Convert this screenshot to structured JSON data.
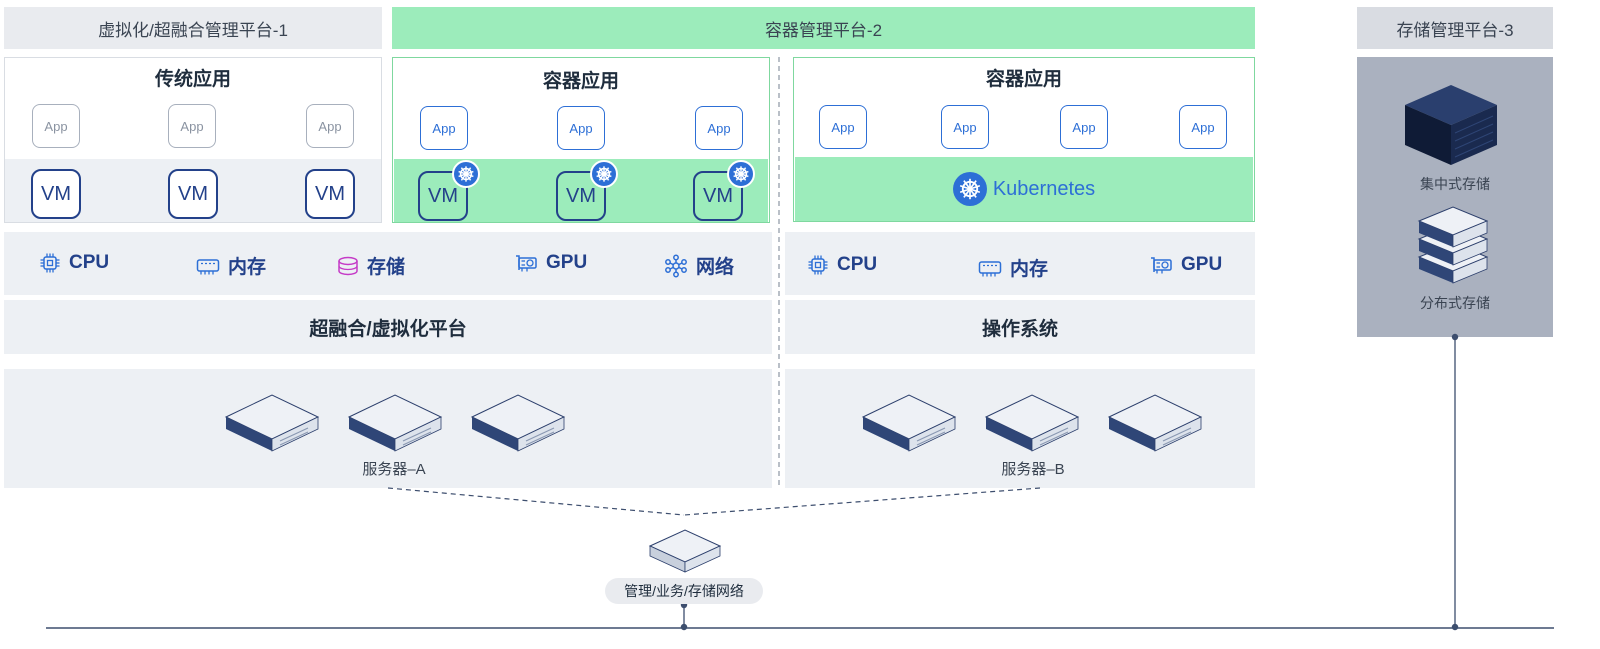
{
  "headers": {
    "platform1": "虚拟化/超融合管理平台-1",
    "platform2": "容器管理平台-2",
    "platform3": "存储管理平台-3"
  },
  "panels": {
    "traditional_title": "传统应用",
    "container_title_left": "容器应用",
    "container_title_right": "容器应用"
  },
  "app_label": "App",
  "vm_label": "VM",
  "kubernetes_label": "Kubernetes",
  "resources_left": {
    "cpu": "CPU",
    "memory": "内存",
    "storage": "存储",
    "gpu": "GPU",
    "network": "网络"
  },
  "resources_right": {
    "cpu": "CPU",
    "memory": "内存",
    "gpu": "GPU"
  },
  "platform_left": "超融合/虚拟化平台",
  "platform_right": "操作系统",
  "servers": {
    "a_label": "服务器–A",
    "b_label": "服务器–B"
  },
  "storage": {
    "centralized": "集中式存储",
    "distributed": "分布式存储"
  },
  "network_label": "管理/业务/存储网络",
  "colors": {
    "green": "#9cecbb",
    "blue": "#2d6fd6",
    "navy": "#23418a",
    "magenta": "#c53bc7",
    "band": "#edf0f4",
    "storage_panel": "#aab1bf"
  }
}
